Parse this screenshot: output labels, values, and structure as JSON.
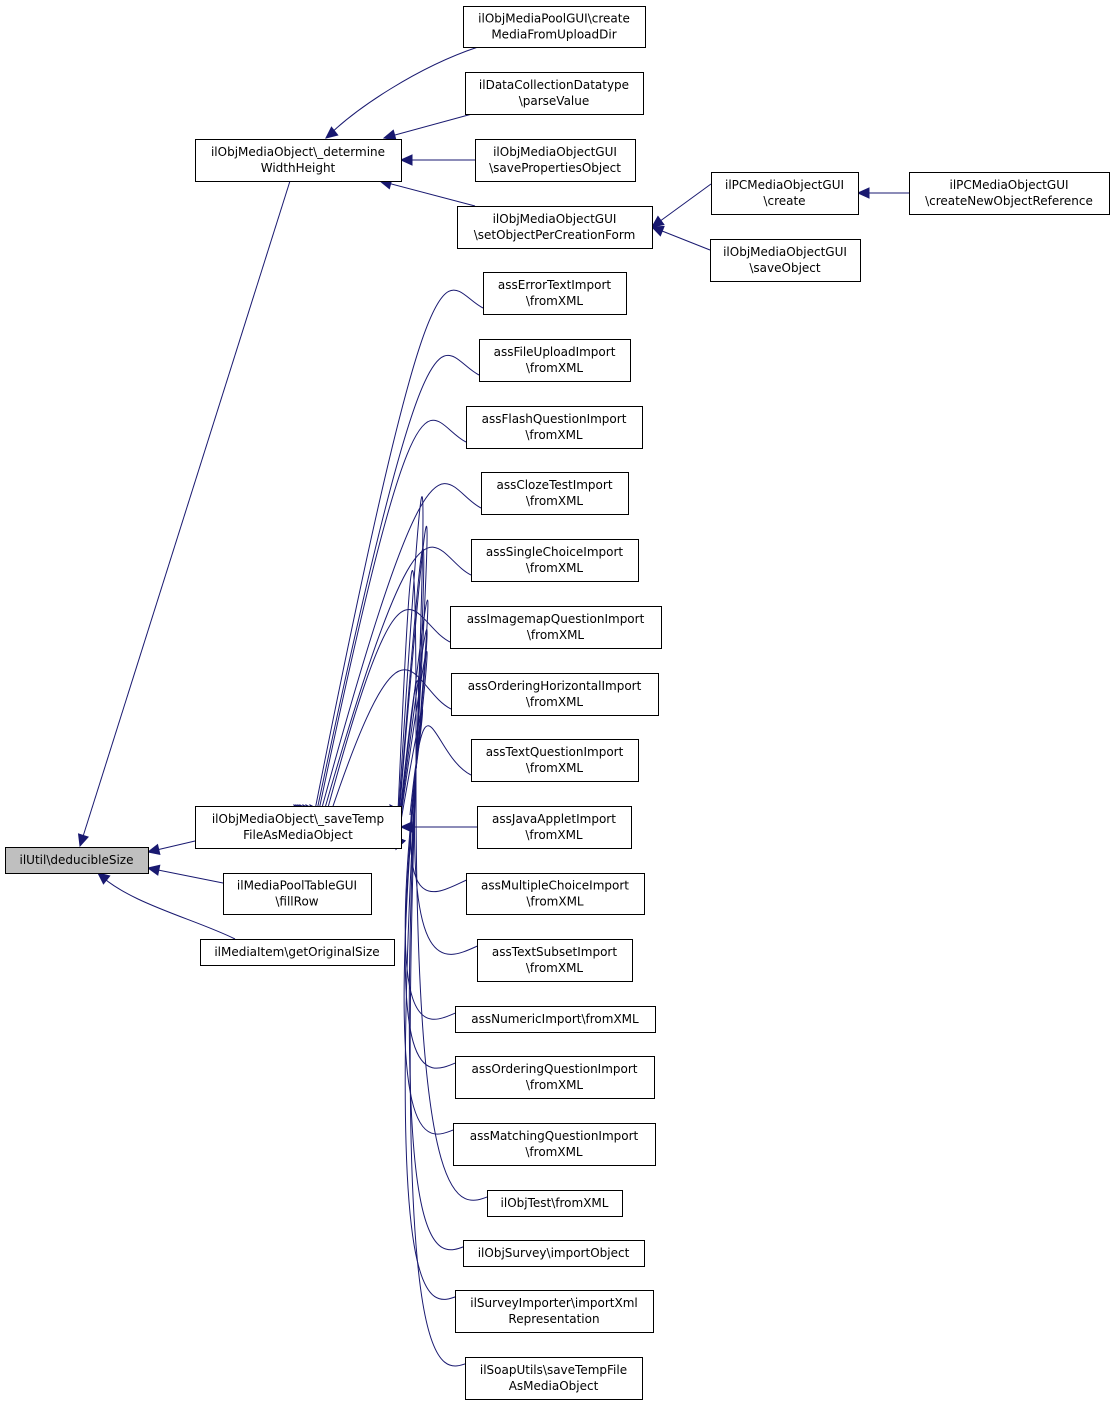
{
  "nodes": [
    {
      "id": "deducible",
      "lines": [
        "ilUtil\\deducibleSize"
      ]
    },
    {
      "id": "determine",
      "lines": [
        "ilObjMediaObject\\_determine",
        "WidthHeight"
      ]
    },
    {
      "id": "saveTemp",
      "lines": [
        "ilObjMediaObject\\_saveTemp",
        "FileAsMediaObject"
      ]
    },
    {
      "id": "fillRow",
      "lines": [
        "ilMediaPoolTableGUI",
        "\\fillRow"
      ]
    },
    {
      "id": "getOrig",
      "lines": [
        "ilMediaItem\\getOriginalSize"
      ]
    },
    {
      "id": "mpCreate",
      "lines": [
        "ilObjMediaPoolGUI\\create",
        "MediaFromUploadDir"
      ]
    },
    {
      "id": "dcParse",
      "lines": [
        "ilDataCollectionDatatype",
        "\\parseValue"
      ]
    },
    {
      "id": "saveProps",
      "lines": [
        "ilObjMediaObjectGUI",
        "\\savePropertiesObject"
      ]
    },
    {
      "id": "setObj",
      "lines": [
        "ilObjMediaObjectGUI",
        "\\setObjectPerCreationForm"
      ]
    },
    {
      "id": "pcCreate",
      "lines": [
        "ilPCMediaObjectGUI",
        "\\create"
      ]
    },
    {
      "id": "pcCreateNew",
      "lines": [
        "ilPCMediaObjectGUI",
        "\\createNewObjectReference"
      ]
    },
    {
      "id": "saveObject",
      "lines": [
        "ilObjMediaObjectGUI",
        "\\saveObject"
      ]
    },
    {
      "id": "errText",
      "lines": [
        "assErrorTextImport",
        "\\fromXML"
      ]
    },
    {
      "id": "fileUp",
      "lines": [
        "assFileUploadImport",
        "\\fromXML"
      ]
    },
    {
      "id": "flash",
      "lines": [
        "assFlashQuestionImport",
        "\\fromXML"
      ]
    },
    {
      "id": "cloze",
      "lines": [
        "assClozeTestImport",
        "\\fromXML"
      ]
    },
    {
      "id": "single",
      "lines": [
        "assSingleChoiceImport",
        "\\fromXML"
      ]
    },
    {
      "id": "imagemap",
      "lines": [
        "assImagemapQuestionImport",
        "\\fromXML"
      ]
    },
    {
      "id": "ordH",
      "lines": [
        "assOrderingHorizontalImport",
        "\\fromXML"
      ]
    },
    {
      "id": "textQ",
      "lines": [
        "assTextQuestionImport",
        "\\fromXML"
      ]
    },
    {
      "id": "java",
      "lines": [
        "assJavaAppletImport",
        "\\fromXML"
      ]
    },
    {
      "id": "multi",
      "lines": [
        "assMultipleChoiceImport",
        "\\fromXML"
      ]
    },
    {
      "id": "subset",
      "lines": [
        "assTextSubsetImport",
        "\\fromXML"
      ]
    },
    {
      "id": "numeric",
      "lines": [
        "assNumericImport\\fromXML"
      ]
    },
    {
      "id": "ordQ",
      "lines": [
        "assOrderingQuestionImport",
        "\\fromXML"
      ]
    },
    {
      "id": "matching",
      "lines": [
        "assMatchingQuestionImport",
        "\\fromXML"
      ]
    },
    {
      "id": "objTest",
      "lines": [
        "ilObjTest\\fromXML"
      ]
    },
    {
      "id": "survey",
      "lines": [
        "ilObjSurvey\\importObject"
      ]
    },
    {
      "id": "surveyImp",
      "lines": [
        "ilSurveyImporter\\importXml",
        "Representation"
      ]
    },
    {
      "id": "soap",
      "lines": [
        "ilSoapUtils\\saveTempFile",
        "AsMediaObject"
      ]
    }
  ],
  "edges": [
    {
      "from": "determine",
      "to": "deducible"
    },
    {
      "from": "saveTemp",
      "to": "deducible"
    },
    {
      "from": "fillRow",
      "to": "deducible"
    },
    {
      "from": "getOrig",
      "to": "deducible"
    },
    {
      "from": "mpCreate",
      "to": "determine"
    },
    {
      "from": "dcParse",
      "to": "determine"
    },
    {
      "from": "saveProps",
      "to": "determine"
    },
    {
      "from": "setObj",
      "to": "determine"
    },
    {
      "from": "pcCreate",
      "to": "setObj"
    },
    {
      "from": "saveObject",
      "to": "setObj"
    },
    {
      "from": "pcCreateNew",
      "to": "pcCreate"
    },
    {
      "from": "errText",
      "to": "saveTemp"
    },
    {
      "from": "fileUp",
      "to": "saveTemp"
    },
    {
      "from": "flash",
      "to": "saveTemp"
    },
    {
      "from": "cloze",
      "to": "saveTemp"
    },
    {
      "from": "single",
      "to": "saveTemp"
    },
    {
      "from": "imagemap",
      "to": "saveTemp"
    },
    {
      "from": "ordH",
      "to": "saveTemp"
    },
    {
      "from": "textQ",
      "to": "saveTemp"
    },
    {
      "from": "java",
      "to": "saveTemp"
    },
    {
      "from": "multi",
      "to": "saveTemp"
    },
    {
      "from": "subset",
      "to": "saveTemp"
    },
    {
      "from": "numeric",
      "to": "saveTemp"
    },
    {
      "from": "ordQ",
      "to": "saveTemp"
    },
    {
      "from": "matching",
      "to": "saveTemp"
    },
    {
      "from": "objTest",
      "to": "saveTemp"
    },
    {
      "from": "survey",
      "to": "saveTemp"
    },
    {
      "from": "surveyImp",
      "to": "saveTemp"
    },
    {
      "from": "soap",
      "to": "saveTemp"
    }
  ],
  "colors": {
    "edge": "#191970",
    "root_fill": "#bfbfbf",
    "node_fill": "#ffffff",
    "node_stroke": "#000000"
  }
}
